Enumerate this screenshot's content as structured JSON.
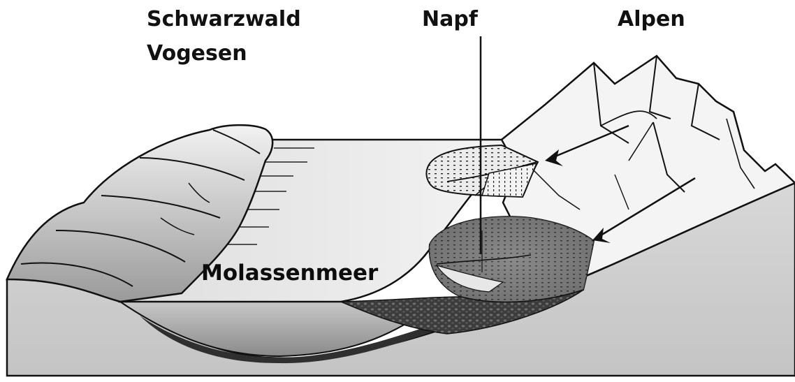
{
  "labels": {
    "schwarzwald": "Schwarzwald",
    "vogesen": "Vogesen",
    "napf": "Napf",
    "alpen": "Alpen",
    "molassenmeer": "Molassenmeer"
  },
  "colors": {
    "ink": "#111111",
    "background": "#ffffff",
    "sea_surface": "#e2e2e2",
    "basin_fill": "#b9b9b9",
    "delta_dark": "#3a3a3a",
    "terrain_light": "#d6d6d6"
  }
}
